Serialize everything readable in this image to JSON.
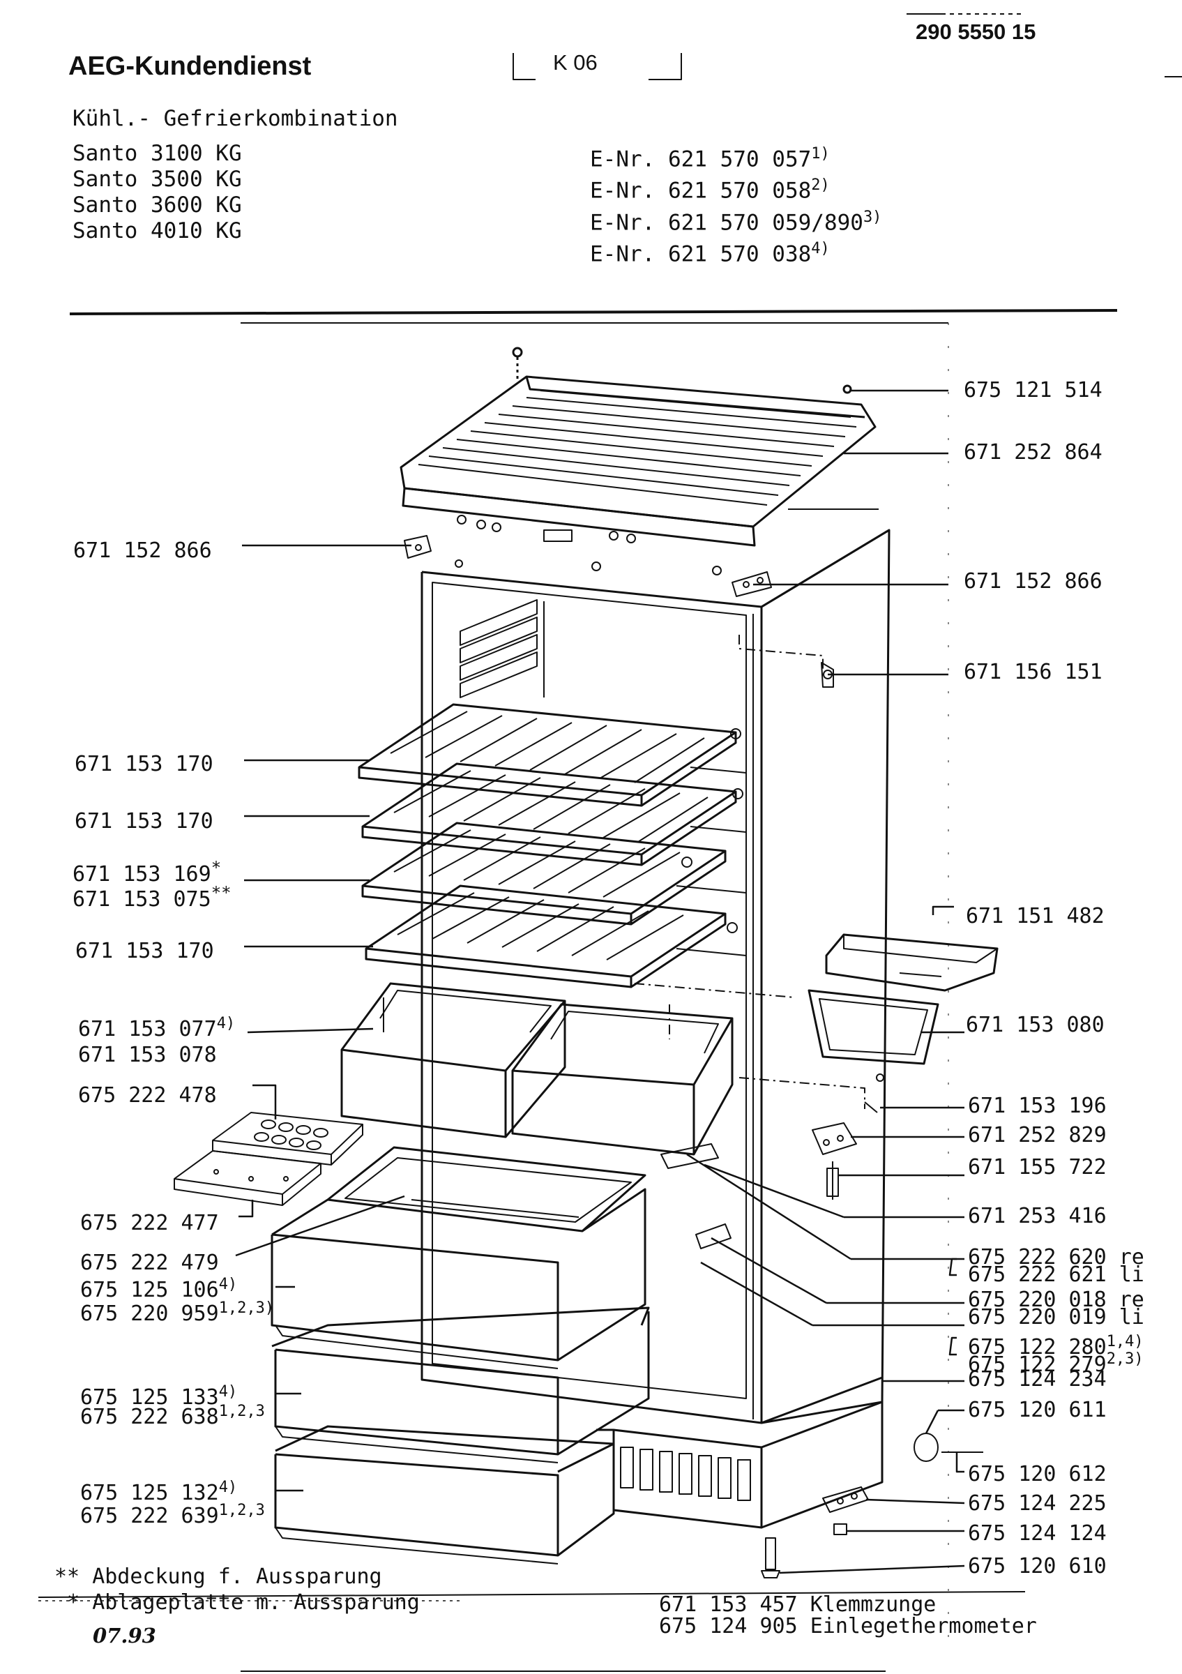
{
  "header": {
    "doc_number": "290 5550 15",
    "brand": "AEG-Kundendienst",
    "code": "K 06",
    "product_type": "Kühl.- Gefrierkombination",
    "models": [
      {
        "name": "Santo 3100 KG",
        "enr": "E-Nr. 621 570 057",
        "note": "1)"
      },
      {
        "name": "Santo 3500 KG",
        "enr": "E-Nr. 621 570 058",
        "note": "2)"
      },
      {
        "name": "Santo 3600 KG",
        "enr": "E-Nr. 621 570 059/890",
        "note": "3)"
      },
      {
        "name": "Santo 4010 KG",
        "enr": "E-Nr. 621 570 038",
        "note": "4)"
      }
    ]
  },
  "parts_left": [
    {
      "id": "l1",
      "num": "671 152 866",
      "sup": ""
    },
    {
      "id": "l2",
      "num": "671 153 170",
      "sup": ""
    },
    {
      "id": "l3",
      "num": "671 153 170",
      "sup": ""
    },
    {
      "id": "l4a",
      "num": "671 153 169",
      "sup": "*"
    },
    {
      "id": "l4b",
      "num": "671 153 075",
      "sup": "**"
    },
    {
      "id": "l5",
      "num": "671 153 170",
      "sup": ""
    },
    {
      "id": "l6a",
      "num": "671 153 077",
      "sup": "4)"
    },
    {
      "id": "l6b",
      "num": "671 153 078",
      "sup": ""
    },
    {
      "id": "l7",
      "num": "675 222 478",
      "sup": ""
    },
    {
      "id": "l8",
      "num": "675 222 477",
      "sup": ""
    },
    {
      "id": "l9",
      "num": "675 222 479",
      "sup": ""
    },
    {
      "id": "l10a",
      "num": "675 125 106",
      "sup": "4)"
    },
    {
      "id": "l10b",
      "num": "675 220 959",
      "sup": "1,2,3)"
    },
    {
      "id": "l11a",
      "num": "675 125 133",
      "sup": "4)"
    },
    {
      "id": "l11b",
      "num": "675 222 638",
      "sup": "1,2,3"
    },
    {
      "id": "l12a",
      "num": "675 125 132",
      "sup": "4)"
    },
    {
      "id": "l12b",
      "num": "675 222 639",
      "sup": "1,2,3"
    }
  ],
  "parts_right": [
    {
      "id": "r1",
      "num": "675 121 514",
      "suffix": "",
      "sup": ""
    },
    {
      "id": "r2",
      "num": "671 252 864",
      "suffix": "",
      "sup": ""
    },
    {
      "id": "r3",
      "num": "671 152 866",
      "suffix": "",
      "sup": ""
    },
    {
      "id": "r4",
      "num": "671 156 151",
      "suffix": "",
      "sup": ""
    },
    {
      "id": "r5",
      "num": "671 151 482",
      "suffix": "",
      "sup": ""
    },
    {
      "id": "r6",
      "num": "671 153 080",
      "suffix": "",
      "sup": ""
    },
    {
      "id": "r7",
      "num": "671 153 196",
      "suffix": "",
      "sup": ""
    },
    {
      "id": "r8",
      "num": "671 252 829",
      "suffix": "",
      "sup": ""
    },
    {
      "id": "r9",
      "num": "671 155 722",
      "suffix": "",
      "sup": ""
    },
    {
      "id": "r10",
      "num": "671 253 416",
      "suffix": "",
      "sup": ""
    },
    {
      "id": "r11a",
      "num": "675 222 620",
      "suffix": " re",
      "sup": ""
    },
    {
      "id": "r11b",
      "num": "675 222 621",
      "suffix": " li",
      "sup": ""
    },
    {
      "id": "r12a",
      "num": "675 220 018",
      "suffix": " re",
      "sup": ""
    },
    {
      "id": "r12b",
      "num": "675 220 019",
      "suffix": " li",
      "sup": ""
    },
    {
      "id": "r13a",
      "num": "675 122 280",
      "suffix": "",
      "sup": "1,4)"
    },
    {
      "id": "r13b",
      "num": "675 122 279",
      "suffix": "",
      "sup": "2,3)"
    },
    {
      "id": "r14",
      "num": "675 124 234",
      "suffix": "",
      "sup": ""
    },
    {
      "id": "r15",
      "num": "675 120 611",
      "suffix": "",
      "sup": ""
    },
    {
      "id": "r16",
      "num": "675 120 612",
      "suffix": "",
      "sup": ""
    },
    {
      "id": "r17",
      "num": "675 124 225",
      "suffix": "",
      "sup": ""
    },
    {
      "id": "r18",
      "num": "675 124 124",
      "suffix": "",
      "sup": ""
    },
    {
      "id": "r19",
      "num": "675 120 610",
      "suffix": "",
      "sup": ""
    }
  ],
  "footnotes": [
    {
      "mark": "**",
      "text": "Abdeckung f. Aussparung"
    },
    {
      "mark": " *",
      "text": "Ablageplatte m. Aussparung"
    }
  ],
  "extra_parts": [
    {
      "num": "671 153 457",
      "text": "Klemmzunge"
    },
    {
      "num": "675 124 905",
      "text": "Einlegethermometer"
    }
  ],
  "date": "07.93"
}
